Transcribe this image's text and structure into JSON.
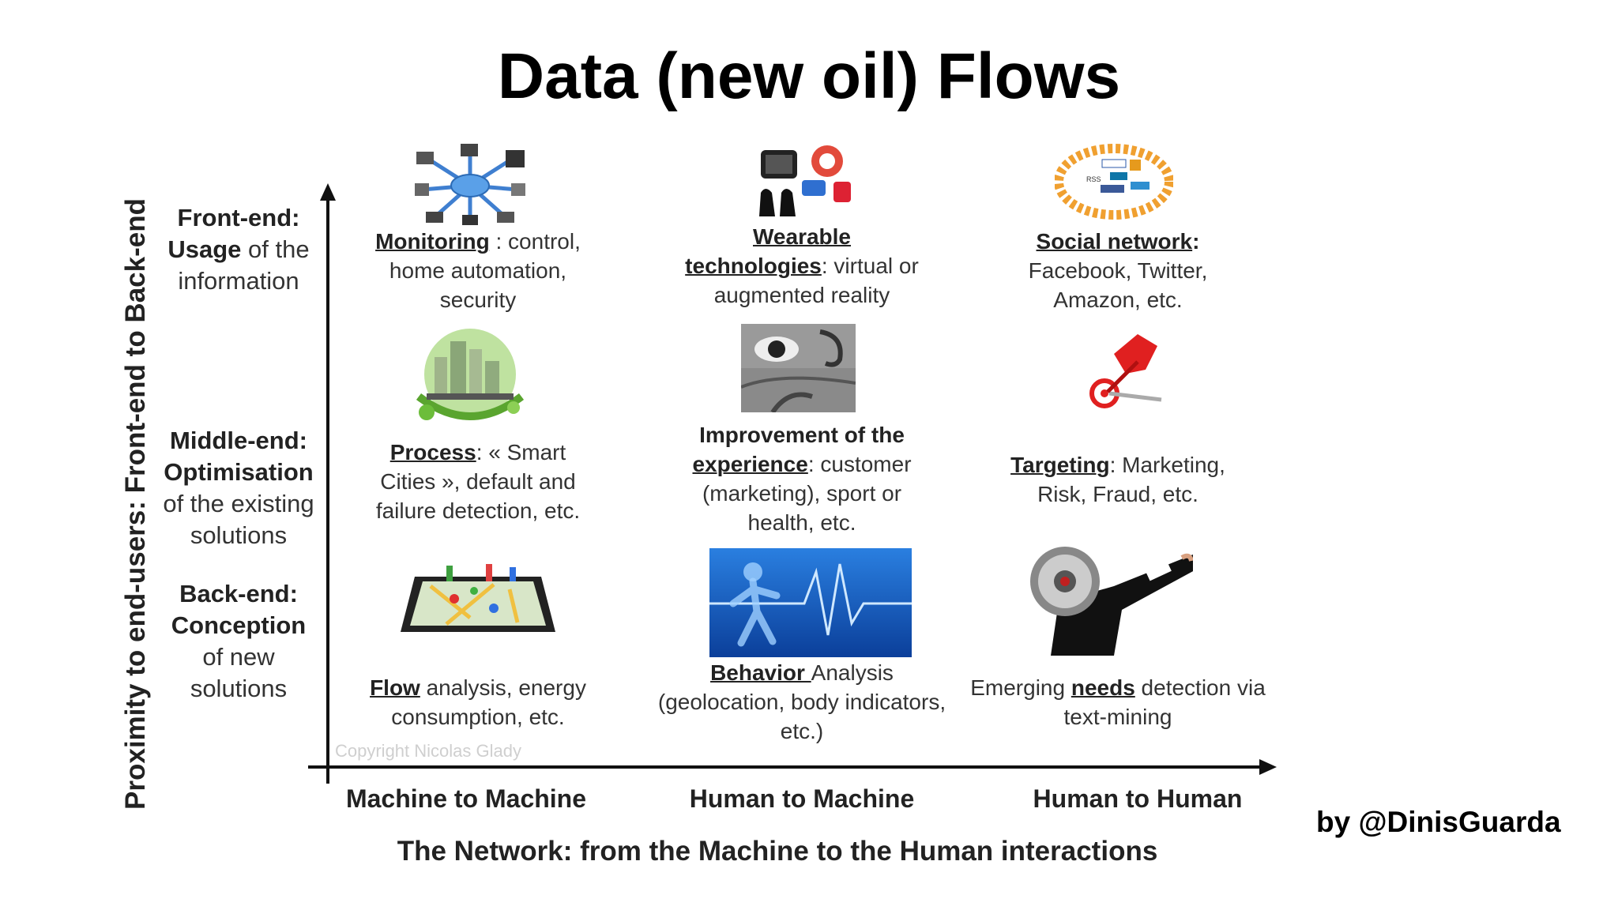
{
  "title": "Data (new oil) Flows",
  "y_axis_title": "Proximity to end-users: Front-end to Back-end",
  "x_axis_title": "The Network: from the Machine to the Human interactions",
  "columns": [
    "Machine to Machine",
    "Human to Machine",
    "Human to Human"
  ],
  "rows": [
    {
      "head": "Front-end:",
      "bold": "Usage",
      "rest1": " of the",
      "rest2": "information"
    },
    {
      "head": "Middle-end:",
      "bold": "Optimisation",
      "rest1": "of the existing",
      "rest2": "solutions"
    },
    {
      "head": "Back-end:",
      "bold": "Conception",
      "rest1": "of new",
      "rest2": "solutions"
    }
  ],
  "cells": {
    "monitoring": {
      "key": "Monitoring",
      "t1": " : control,",
      "t2": "home automation,",
      "t3": "security"
    },
    "wearable": {
      "key1": "Wearable",
      "key2": "technologies",
      "t1": ": virtual or",
      "t2": "augmented reality"
    },
    "social": {
      "key": "Social network",
      "t0": ":",
      "t1": "Facebook, Twitter,",
      "t2": "Amazon, etc."
    },
    "process": {
      "key": "Process",
      "t1": ": « Smart",
      "t2": "Cities », default and",
      "t3": "failure detection, etc."
    },
    "experience": {
      "b1": "Improvement of the",
      "key": "experience",
      "t1": ": customer",
      "t2": "(marketing), sport or",
      "t3": "health, etc."
    },
    "targeting": {
      "key": "Targeting",
      "t1": ": Marketing,",
      "t2": "Risk, Fraud, etc."
    },
    "flow": {
      "key": "Flow",
      "t1": " analysis, energy",
      "t2": "consumption, etc."
    },
    "behavior": {
      "key": "Behavior ",
      "t1": "Analysis",
      "t2": "(geolocation, body indicators,",
      "t3": "etc.)"
    },
    "needs": {
      "t0": "Emerging ",
      "key": "needs",
      "t1": " detection via",
      "t2": "text-mining"
    }
  },
  "copyright": "Copyright Nicolas Glady",
  "byline": "by @DinisGuarda"
}
